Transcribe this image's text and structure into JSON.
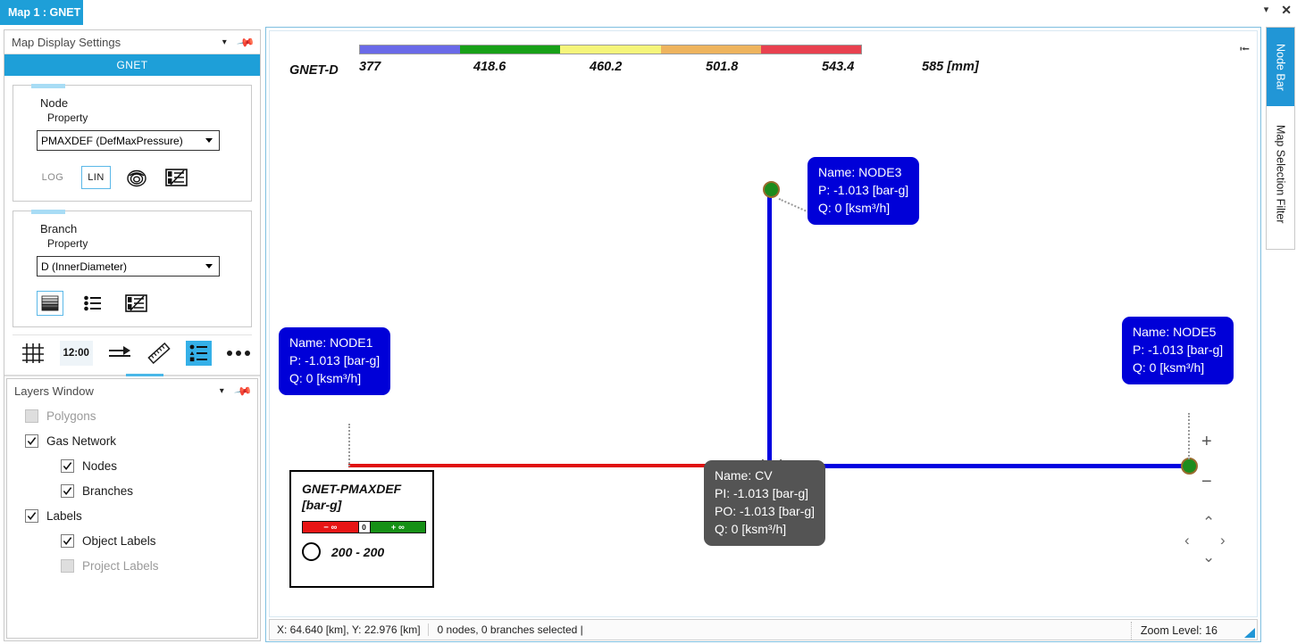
{
  "window": {
    "tab_title": "Map 1 : GNET",
    "menu_caret": "▾",
    "close": "✕"
  },
  "settings_panel": {
    "header_title": "Map Display Settings",
    "header_caret": "▾",
    "pin_icon": "pin-icon",
    "active_group": "GNET",
    "node": {
      "group_title": "Node",
      "sub_label": "Property",
      "selected_property": "PMAXDEF (DefMaxPressure)",
      "options": [
        "PMAXDEF (DefMaxPressure)"
      ],
      "scale_log": "LOG",
      "scale_lin": "LIN",
      "scale_active": "LIN",
      "icon_bubble": "bubble-size-icon",
      "icon_classes": "class-editor-icon"
    },
    "branch": {
      "group_title": "Branch",
      "sub_label": "Property",
      "selected_property": "D (InnerDiameter)",
      "options": [
        "D (InnerDiameter)"
      ],
      "icon_thickness": "line-thickness-icon",
      "icon_list": "list-icon",
      "icon_classes": "class-editor-icon"
    },
    "toolbar": {
      "grid_icon": "grid-icon",
      "time_label": "12:00",
      "flow_icon": "flow-arrow-icon",
      "ruler_icon": "ruler-icon",
      "legend_icon": "legend-icon",
      "more_icon": "more-dots-icon"
    }
  },
  "layers_window": {
    "header_title": "Layers Window",
    "header_caret": "▾",
    "items": [
      {
        "label": "Polygons",
        "checked": false,
        "enabled": false,
        "indent": 1
      },
      {
        "label": "Gas Network",
        "checked": true,
        "enabled": true,
        "indent": 1
      },
      {
        "label": "Nodes",
        "checked": true,
        "enabled": true,
        "indent": 2
      },
      {
        "label": "Branches",
        "checked": true,
        "enabled": true,
        "indent": 2
      },
      {
        "label": "Labels",
        "checked": true,
        "enabled": true,
        "indent": 1
      },
      {
        "label": "Object Labels",
        "checked": true,
        "enabled": true,
        "indent": 2
      },
      {
        "label": "Project Labels",
        "checked": false,
        "enabled": false,
        "indent": 2
      }
    ]
  },
  "map": {
    "collapse_icon": "collapse-arrow-icon",
    "color_scale": {
      "name": "GNET-D",
      "unit_label": "585 [mm]",
      "ticks": [
        "377",
        "418.6",
        "460.2",
        "501.8",
        "543.4"
      ],
      "segment_colors": [
        "#6a6ae8",
        "#18a018",
        "#f5f57a",
        "#eeb45e",
        "#e8414f"
      ]
    },
    "node_labels": [
      {
        "name": "node1-label",
        "lines": [
          "Name: NODE1",
          "P: -1.013 [bar-g]",
          "Q: 0 [ksm³/h]"
        ],
        "color": "#0000d8"
      },
      {
        "name": "node3-label",
        "lines": [
          "Name: NODE3",
          "P: -1.013 [bar-g]",
          "Q: 0 [ksm³/h]"
        ],
        "color": "#0000d8"
      },
      {
        "name": "node5-label",
        "lines": [
          "Name: NODE5",
          "P: -1.013 [bar-g]",
          "Q: 0 [ksm³/h]"
        ],
        "color": "#0000d8"
      },
      {
        "name": "cv-label",
        "lines": [
          "Name: CV",
          "PI: -1.013 [bar-g]",
          "PO: -1.013 [bar-g]",
          "Q: 0 [ksm³/h]"
        ],
        "color": "#545454"
      }
    ],
    "legend": {
      "title_line1": "GNET-PMAXDEF",
      "title_line2": "[bar-g]",
      "neg_label": "− ∞",
      "zero_label": "0",
      "pos_label": "+ ∞",
      "neg_color": "#e81515",
      "pos_color": "#169016",
      "range_label": "200 - 200"
    },
    "nav": {
      "zoom_in": "+",
      "zoom_out": "−",
      "pan_up": "⌃",
      "pan_left": "‹",
      "pan_right": "›",
      "pan_down": "⌄"
    },
    "status": {
      "coords": "X: 64.640 [km], Y: 22.976 [km]",
      "selection": "0 nodes, 0 branches selected  |",
      "zoom_level": "Zoom Level: 16"
    }
  },
  "right_tabs": [
    {
      "label": "Node Bar",
      "active": true
    },
    {
      "label": "Map Selection Filter",
      "active": false
    }
  ],
  "chart_data": {
    "type": "heatmap",
    "title": "GNET-D",
    "unit": "mm",
    "axis_ticks": [
      377,
      418.6,
      460.2,
      501.8,
      543.4,
      585
    ],
    "segment_colors": [
      "#6a6ae8",
      "#18a018",
      "#f5f57a",
      "#eeb45e",
      "#e8414f"
    ],
    "legend": {
      "title": "GNET-PMAXDEF [bar-g]",
      "range": "200 - 200",
      "bounds": [
        "− ∞",
        "0",
        "+ ∞"
      ]
    },
    "network_nodes": [
      {
        "id": "NODE3",
        "pressure_bar_g": -1.013,
        "flow_ksm3_h": 0
      },
      {
        "id": "NODE1",
        "pressure_bar_g": -1.013,
        "flow_ksm3_h": 0
      },
      {
        "id": "NODE5",
        "pressure_bar_g": -1.013,
        "flow_ksm3_h": 0
      },
      {
        "id": "CV",
        "pressure_in_bar_g": -1.013,
        "pressure_out_bar_g": -1.013,
        "flow_ksm3_h": 0
      }
    ]
  }
}
